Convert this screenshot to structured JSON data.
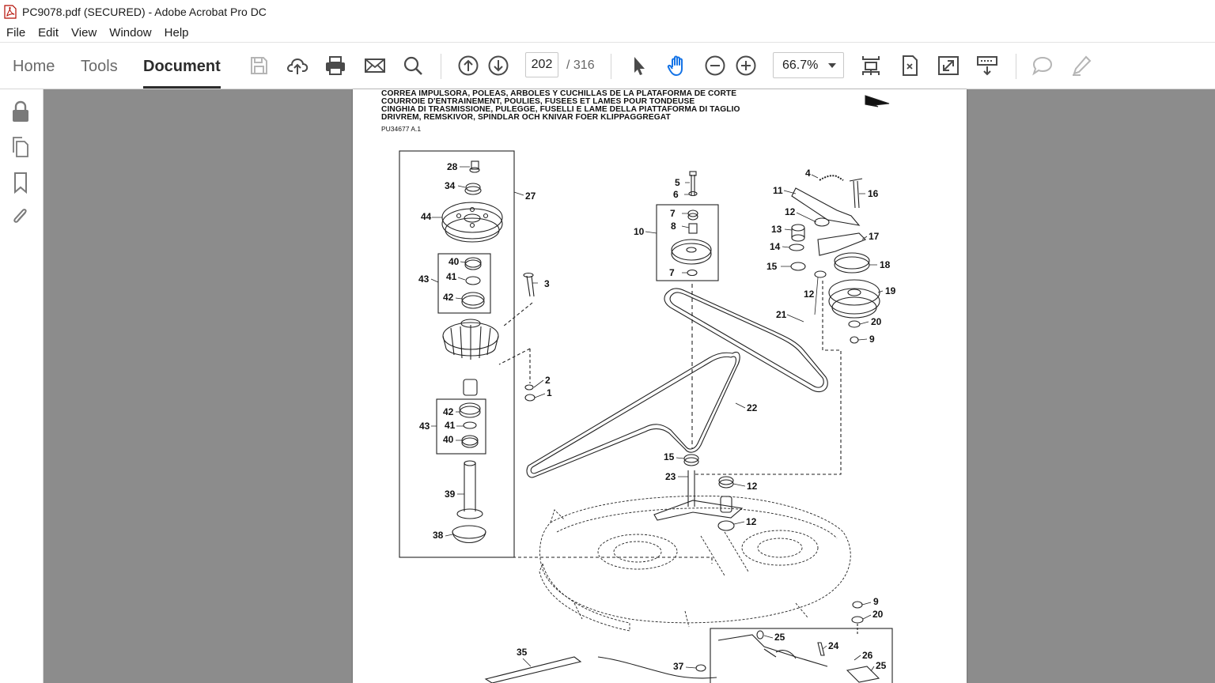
{
  "window": {
    "title": "PC9078.pdf (SECURED) - Adobe Acrobat Pro DC"
  },
  "menu": {
    "items": [
      "File",
      "Edit",
      "View",
      "Window",
      "Help"
    ]
  },
  "toolbar": {
    "tabs": [
      "Home",
      "Tools",
      "Document"
    ],
    "active_tab": "Document",
    "page_current": "202",
    "page_total": "/ 316",
    "zoom": "66.7%"
  },
  "icons": {
    "save": "save-icon",
    "upload": "cloud-upload-icon",
    "print": "print-icon",
    "email": "mail-icon",
    "search": "search-icon",
    "prev_page": "arrow-up-circle-icon",
    "next_page": "arrow-down-circle-icon",
    "select": "pointer-icon",
    "hand": "hand-icon",
    "zoom_out": "zoom-out-icon",
    "zoom_in": "zoom-in-icon",
    "comment": "comment-icon",
    "highlight": "pen-icon"
  },
  "document": {
    "headings": [
      "CORREA IMPULSORA, POLEAS, ARBOLES Y CUCHILLAS DE LA PLATAFORMA DE CORTE",
      "COURROIE D'ENTRAINEMENT, POULIES, FUSEES ET LAMES POUR TONDEUSE",
      "CINGHIA DI TRASMISSIONE, PULEGGE, FUSELLI E LAME DELLA PIATTAFORMA DI TAGLIO",
      "DRIVREM, REMSKIVOR, SPINDLAR OCH KNIVAR FOER KLIPPAGGREGAT"
    ],
    "code": "PU34677 A.1",
    "callouts": [
      "28",
      "34",
      "27",
      "44",
      "40",
      "41",
      "43",
      "42",
      "3",
      "2",
      "1",
      "42",
      "41",
      "43",
      "40",
      "39",
      "38",
      "5",
      "6",
      "7",
      "8",
      "10",
      "7",
      "4",
      "11",
      "16",
      "12",
      "13",
      "17",
      "14",
      "18",
      "15",
      "12",
      "19",
      "20",
      "9",
      "21",
      "22",
      "15",
      "23",
      "12",
      "12",
      "9",
      "20",
      "25",
      "24",
      "26",
      "25",
      "35",
      "37"
    ]
  }
}
